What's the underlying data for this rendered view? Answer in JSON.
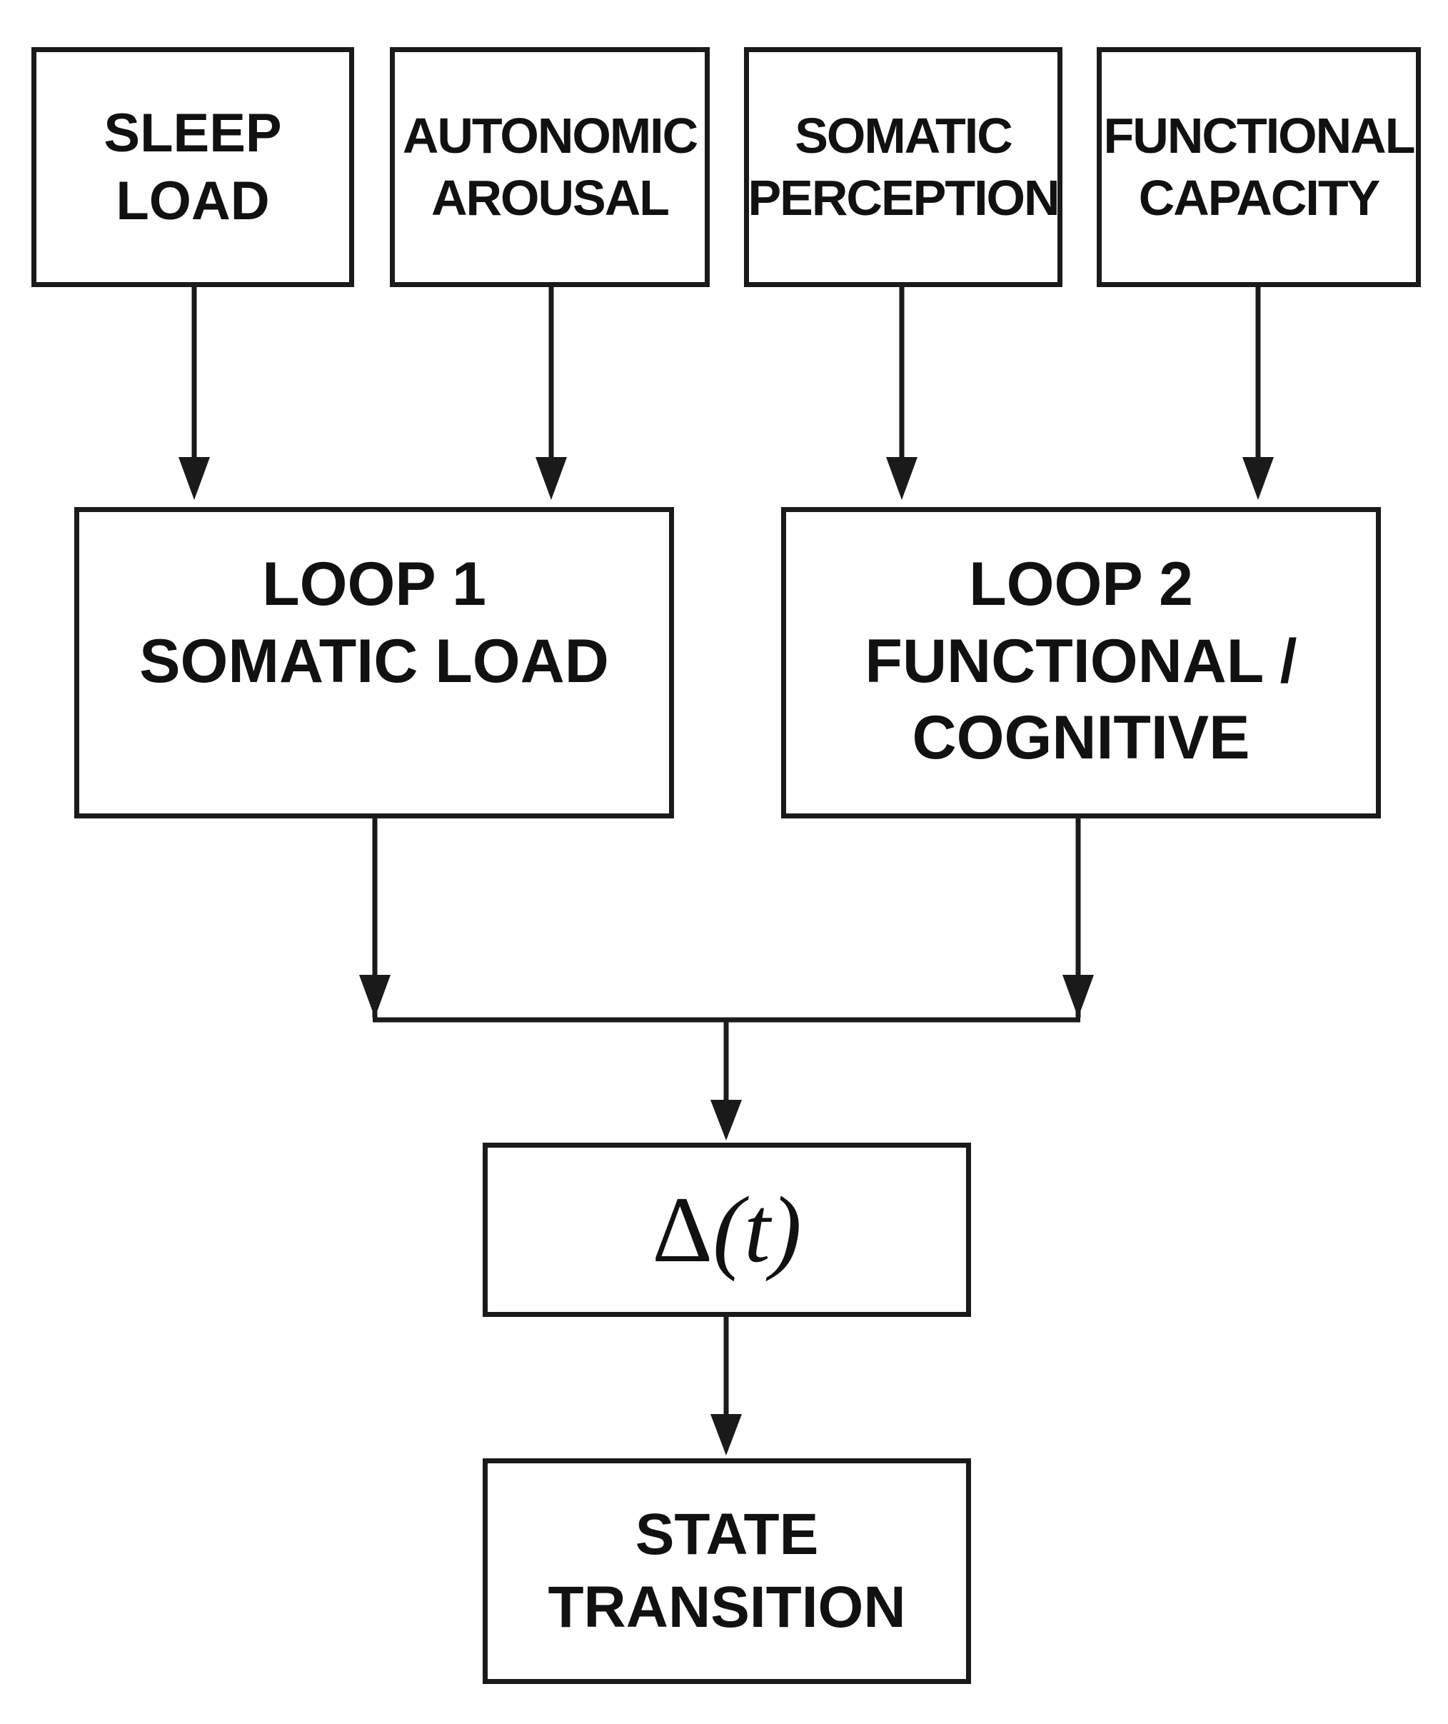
{
  "inputs": [
    {
      "id": "sleep-load",
      "lines": [
        "SLEEP",
        "LOAD"
      ]
    },
    {
      "id": "autonomic-arousal",
      "lines": [
        "AUTONOMIC",
        "AROUSAL"
      ]
    },
    {
      "id": "somatic-perception",
      "lines": [
        "SOMATIC",
        "PERCEPTION"
      ]
    },
    {
      "id": "functional-capacity",
      "lines": [
        "FUNCTIONAL",
        "CAPACITY"
      ]
    }
  ],
  "loops": [
    {
      "id": "loop-1",
      "lines": [
        "LOOP 1",
        "SOMATIC LOAD"
      ]
    },
    {
      "id": "loop-2",
      "lines": [
        "LOOP 2",
        "FUNCTIONAL /",
        "COGNITIVE"
      ]
    }
  ],
  "delta": {
    "symbol": "Δ",
    "argument": "(t)"
  },
  "output": {
    "lines": [
      "STATE",
      "TRANSITION"
    ]
  },
  "colors": {
    "stroke": "#1a1a1a",
    "text": "#111111",
    "background": "#ffffff"
  }
}
